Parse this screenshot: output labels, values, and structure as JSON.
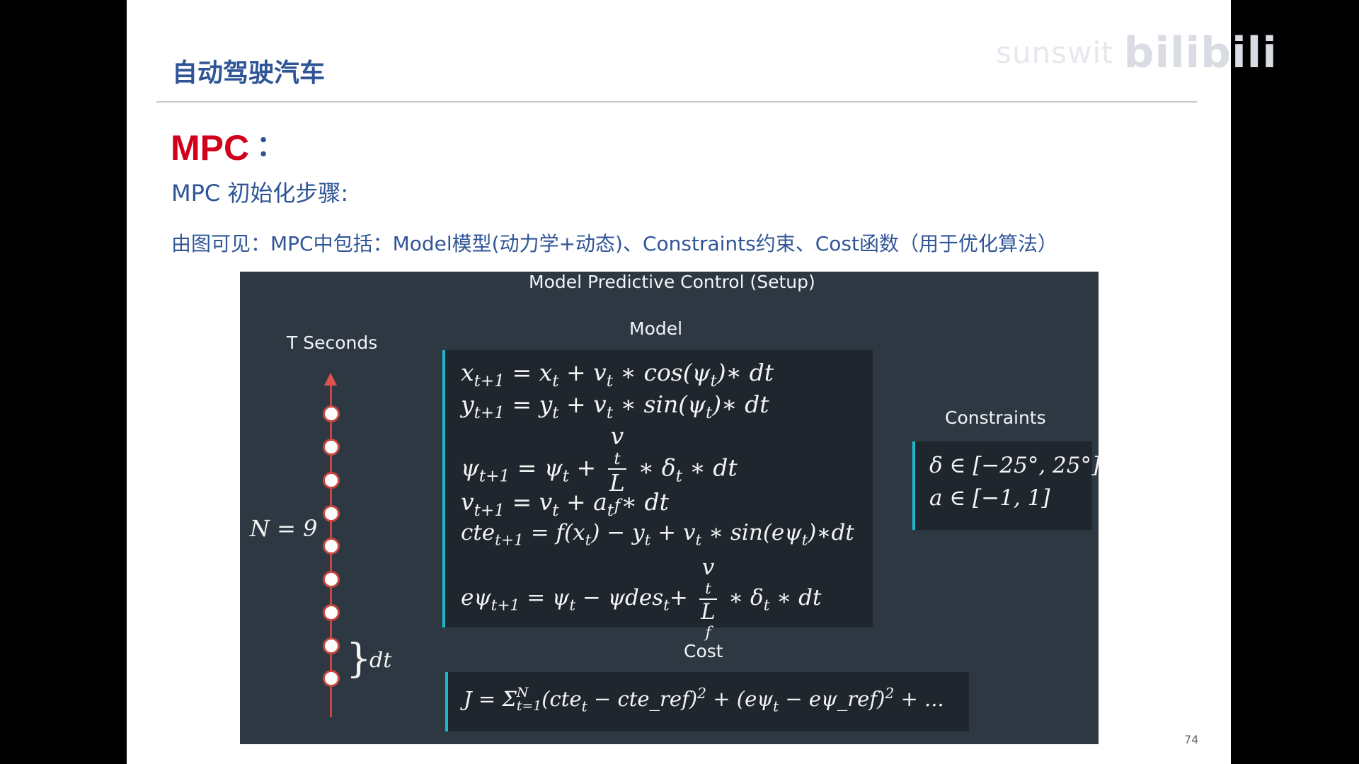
{
  "watermark": {
    "text": "sunswit",
    "brand": "bilibili"
  },
  "slide": {
    "title": "自动驾驶汽车",
    "heading": "MPC",
    "heading_colon": "：",
    "subheading": "MPC 初始化步骤:",
    "description": "由图可见：MPC中包括：Model模型(动力学+动态)、Constraints约束、Cost函数（用于优化算法）",
    "page_number": "74"
  },
  "figure": {
    "title": "Model Predictive Control (Setup)",
    "timeline_label": "T Seconds",
    "n_label": "N = 9",
    "dt_label": "dt",
    "dt_brace": "}",
    "model_label": "Model",
    "constraints_label": "Constraints",
    "cost_label": "Cost",
    "model_equations": {
      "x": "x_{t+1} = x_t + v_t * cos(ψ_t)* dt",
      "y": "y_{t+1} = y_t + v_t * sin(ψ_t)* dt",
      "psi": "ψ_{t+1} = ψ_t + v_t / L_f * δ_t * dt",
      "v": "v_{t+1} = v_t + a_t * dt",
      "cte": "cte_{t+1} = f(x_t) − y_t + v_t * sin(eψ_t)*dt",
      "epsi": "eψ_{t+1} = ψ_t − ψdes_t + v_t / L_f * δ_t * dt"
    },
    "constraints": [
      "δ ∈ [−25°, 25°]",
      "a ∈ [−1, 1]"
    ],
    "cost_equation": "J = Σ_{t=1}^{N} (cte_t − cte_ref)^2 + (eψ_t − eψ_ref)^2 + ...",
    "colors": {
      "accent_line": "#1fb8c8",
      "timeline": "#c8463f",
      "figure_bg": "#2e3842",
      "box_bg": "#1f262d"
    }
  }
}
